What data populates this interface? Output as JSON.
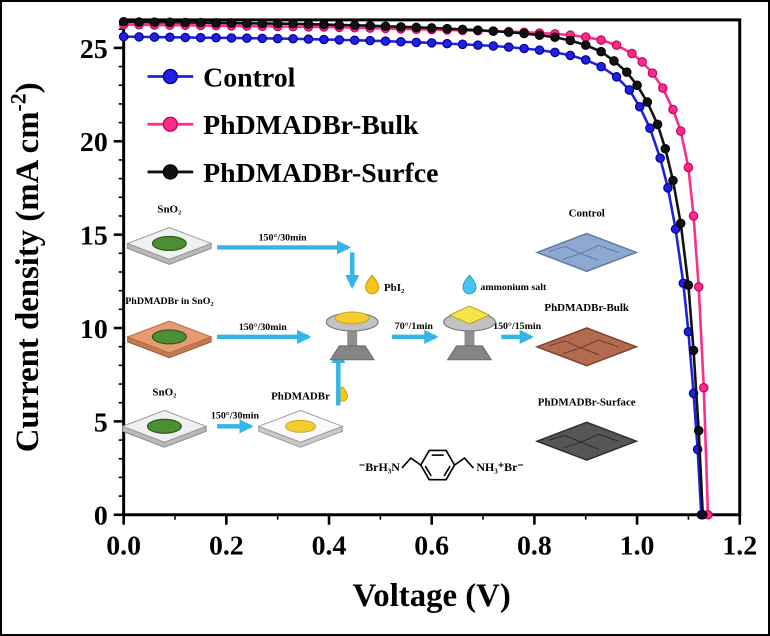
{
  "figure": {
    "background": "#ffffff",
    "border_color": "#000000",
    "arrow_color": "#35b5e5"
  },
  "chart_data": {
    "type": "line",
    "title": "",
    "xlabel": "Voltage (V)",
    "ylabel": "Current density (mA cm⁻²)",
    "ylabel_main": "Current density (mA cm",
    "ylabel_sup": "-2",
    "ylabel_close": ")",
    "xlim": [
      0,
      1.2
    ],
    "ylim": [
      0,
      26.5
    ],
    "grid": false,
    "legend_position": "upper-left",
    "xticks": [
      0,
      0.2,
      0.4,
      0.6,
      0.8,
      1.0,
      1.2
    ],
    "xtick_labels": [
      "0.0",
      "0.2",
      "0.4",
      "0.6",
      "0.8",
      "1.0",
      "1.2"
    ],
    "yticks": [
      0,
      5,
      10,
      15,
      20,
      25
    ],
    "ytick_labels": [
      "0",
      "5",
      "10",
      "15",
      "20",
      "25"
    ],
    "series": [
      {
        "name": "Control",
        "color": "#2121dd",
        "edge": "#000099",
        "x": [
          0,
          0.03,
          0.06,
          0.09,
          0.12,
          0.15,
          0.18,
          0.21,
          0.24,
          0.27,
          0.3,
          0.33,
          0.36,
          0.39,
          0.42,
          0.45,
          0.48,
          0.51,
          0.54,
          0.57,
          0.6,
          0.63,
          0.66,
          0.69,
          0.72,
          0.75,
          0.78,
          0.81,
          0.84,
          0.87,
          0.9,
          0.93,
          0.96,
          0.985,
          1.005,
          1.025,
          1.045,
          1.06,
          1.075,
          1.09,
          1.1,
          1.11,
          1.118,
          1.125
        ],
        "y": [
          25.6,
          25.59,
          25.58,
          25.57,
          25.56,
          25.55,
          25.54,
          25.53,
          25.52,
          25.51,
          25.5,
          25.49,
          25.47,
          25.45,
          25.43,
          25.41,
          25.39,
          25.36,
          25.33,
          25.3,
          25.27,
          25.23,
          25.19,
          25.15,
          25.1,
          25.04,
          24.97,
          24.88,
          24.76,
          24.6,
          24.36,
          24.0,
          23.45,
          22.75,
          21.85,
          20.7,
          19.1,
          17.5,
          15.3,
          12.4,
          9.8,
          6.5,
          3.5,
          0.0
        ]
      },
      {
        "name": "PhDMADBr-Bulk",
        "color": "#ff2d87",
        "edge": "#c40066",
        "x": [
          0,
          0.03,
          0.06,
          0.09,
          0.12,
          0.15,
          0.18,
          0.21,
          0.24,
          0.27,
          0.3,
          0.33,
          0.36,
          0.39,
          0.42,
          0.45,
          0.48,
          0.51,
          0.54,
          0.57,
          0.6,
          0.63,
          0.66,
          0.69,
          0.72,
          0.75,
          0.78,
          0.81,
          0.84,
          0.87,
          0.9,
          0.93,
          0.96,
          0.99,
          1.01,
          1.03,
          1.05,
          1.07,
          1.085,
          1.1,
          1.11,
          1.12,
          1.13,
          1.138
        ],
        "y": [
          26.25,
          26.24,
          26.23,
          26.22,
          26.21,
          26.2,
          26.19,
          26.18,
          26.17,
          26.16,
          26.15,
          26.14,
          26.13,
          26.12,
          26.1,
          26.08,
          26.06,
          26.04,
          26.02,
          26.0,
          25.98,
          25.96,
          25.94,
          25.92,
          25.9,
          25.87,
          25.84,
          25.8,
          25.75,
          25.68,
          25.58,
          25.42,
          25.15,
          24.7,
          24.25,
          23.65,
          22.85,
          21.7,
          20.55,
          18.6,
          16.0,
          12.2,
          6.8,
          0.0
        ]
      },
      {
        "name": "PhDMADBr-Surfce",
        "color": "#111111",
        "edge": "#000000",
        "x": [
          0,
          0.03,
          0.06,
          0.09,
          0.12,
          0.15,
          0.18,
          0.21,
          0.24,
          0.27,
          0.3,
          0.33,
          0.36,
          0.39,
          0.42,
          0.45,
          0.48,
          0.51,
          0.54,
          0.57,
          0.6,
          0.63,
          0.66,
          0.69,
          0.72,
          0.75,
          0.78,
          0.81,
          0.84,
          0.87,
          0.9,
          0.93,
          0.955,
          0.98,
          1.0,
          1.02,
          1.04,
          1.055,
          1.07,
          1.085,
          1.1,
          1.11,
          1.12,
          1.128
        ],
        "y": [
          26.4,
          26.39,
          26.38,
          26.37,
          26.36,
          26.35,
          26.34,
          26.33,
          26.32,
          26.31,
          26.3,
          26.29,
          26.27,
          26.25,
          26.23,
          26.21,
          26.19,
          26.16,
          26.13,
          26.1,
          26.07,
          26.03,
          25.99,
          25.95,
          25.9,
          25.84,
          25.77,
          25.68,
          25.57,
          25.4,
          25.15,
          24.8,
          24.3,
          23.7,
          23.0,
          22.1,
          20.9,
          19.6,
          17.9,
          15.6,
          12.3,
          8.8,
          4.5,
          0.0
        ]
      }
    ]
  },
  "inset": {
    "substrate1_label": "SnO₂",
    "substrate2_label": "PhDMADBr in SnO₂",
    "substrate3_label": "SnO₂",
    "phdmadbr_label": "PhDMADBr",
    "arrow1_label": "150°/30min",
    "arrow2_label": "150°/30min",
    "arrow3_label": "150°/30min",
    "pbi2_label": "PbI₂",
    "spin1_to_spin2_label": "70°/1min",
    "ammonium_label": "ammonium salt",
    "spin2_to_films_label": "150°/15min",
    "film1_label": "Control",
    "film2_label": "PhDMADBr-Bulk",
    "film3_label": "PhDMADBr-Surface",
    "molecule_left": "⁻BrH₃N",
    "molecule_right": "NH₃⁺Br⁻",
    "film1_color": "#8ea9cf",
    "film2_color": "#b26a50",
    "film3_color": "#565656"
  }
}
